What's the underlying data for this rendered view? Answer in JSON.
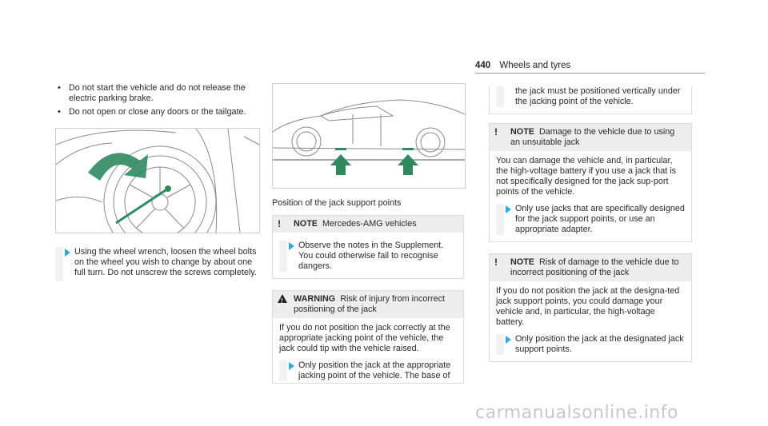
{
  "header": {
    "page_number": "440",
    "section_title": "Wheels and tyres"
  },
  "col1": {
    "bullets": [
      "Do not start the vehicle and do not release the electric parking brake.",
      "Do not open or close any doors or the tailgate."
    ],
    "step1": "Using the wheel wrench, loosen the wheel bolts on the wheel you wish to change by about one full turn. Do not unscrew the screws completely."
  },
  "col2": {
    "caption": "Position of the jack support points",
    "note1": {
      "keyword": "NOTE",
      "title": "Mercedes-AMG vehicles",
      "step": "Observe the notes in the Supplement. You could otherwise fail to recognise dangers."
    },
    "warning": {
      "keyword": "WARNING",
      "title": "Risk of injury from incorrect positioning of the jack",
      "body": "If you do not position the jack correctly at the appropriate jacking point of the vehicle, the jack could tip with the vehicle raised.",
      "step": "Only position the jack at the appropriate jacking point of the vehicle. The base of"
    }
  },
  "col3": {
    "continued_step": "the jack must be positioned vertically under the jacking point of the vehicle.",
    "note2": {
      "keyword": "NOTE",
      "title": "Damage to the vehicle due to using an unsuitable jack",
      "body": "You can damage the vehicle and, in particular, the high-voltage battery if you use a jack that is not specifically designed for the jack sup-port points of the vehicle.",
      "step": "Only use jacks that are specifically designed for the jack support points, or use an appropriate adapter."
    },
    "note3": {
      "keyword": "NOTE",
      "title": "Risk of damage to the vehicle due to incorrect positioning of the jack",
      "body": "If you do not position the jack at the designa-ted jack support points, you could damage your vehicle and, in particular, the high-voltage battery.",
      "step": "Only position the jack at the designated jack support points."
    }
  },
  "watermark": "carmanualsonline.info",
  "colors": {
    "accent_blue": "#36a7e0",
    "arrow_green": "#2f8a5f",
    "box_header": "#ededed"
  }
}
